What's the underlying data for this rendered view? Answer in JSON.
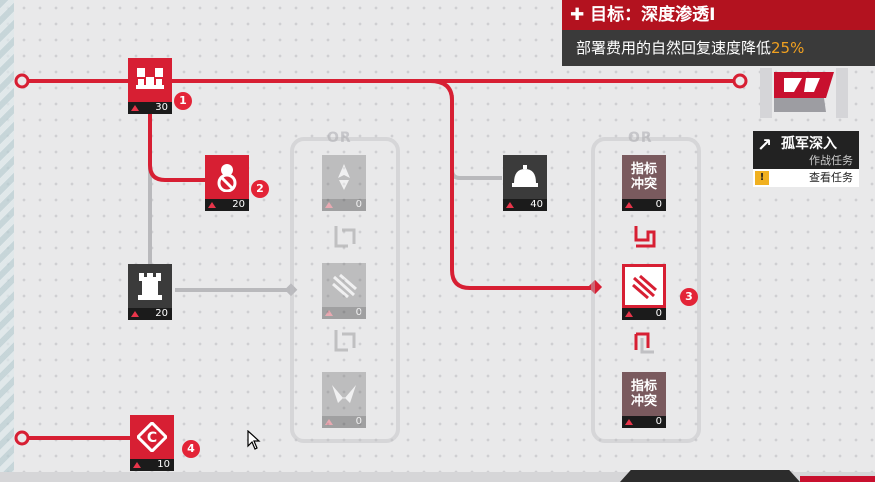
{
  "goal": {
    "title": "目标：深度渗透I",
    "desc": "部署费用的自然回复速度降低",
    "pct": "25%"
  },
  "mission": {
    "title": "孤军深入",
    "subtitle": "作战任务",
    "button": "查看任务",
    "warn": "!"
  },
  "or_label": "OR",
  "nodes": {
    "n1": {
      "cost": "30",
      "badge": "1"
    },
    "n2": {
      "cost": "20",
      "badge": "2"
    },
    "n3": {
      "cost": "20"
    },
    "n4": {
      "cost": "10",
      "badge": "4"
    },
    "n5": {
      "cost": "0"
    },
    "n6": {
      "cost": "0"
    },
    "n7": {
      "cost": "0"
    },
    "n8": {
      "cost": "40"
    },
    "n9": {
      "cost": "0",
      "text": "指标\n冲突"
    },
    "n10": {
      "cost": "0",
      "badge": "3"
    },
    "n11": {
      "cost": "0",
      "text": "指标\n冲突"
    }
  }
}
